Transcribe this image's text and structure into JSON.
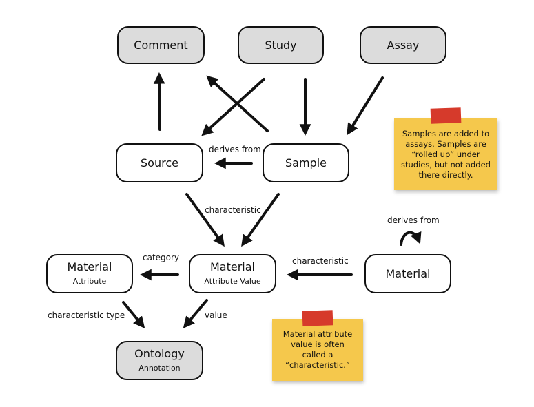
{
  "nodes": {
    "comment": {
      "title": "Comment"
    },
    "study": {
      "title": "Study"
    },
    "assay": {
      "title": "Assay"
    },
    "source": {
      "title": "Source"
    },
    "sample": {
      "title": "Sample"
    },
    "material_attribute": {
      "title": "Material",
      "subtitle": "Attribute"
    },
    "material_attribute_value": {
      "title": "Material",
      "subtitle": "Attribute Value"
    },
    "material": {
      "title": "Material"
    },
    "ontology_annotation": {
      "title": "Ontology",
      "subtitle": "Annotation"
    }
  },
  "edge_labels": {
    "derives_from_sample": "derives from",
    "derives_from_material": "derives from",
    "characteristic_sample": "characteristic",
    "characteristic_material": "characteristic",
    "category": "category",
    "characteristic_type": "characteristic type",
    "value": "value"
  },
  "notes": {
    "samples": "Samples are added to assays. Samples are “rolled up” under studies, but not added there directly.",
    "material_attribute": "Material attribute value is often called a “characteristic.”"
  },
  "colors": {
    "grey_node": "#dcdcdc",
    "note_yellow": "#f5c84c",
    "tape_red": "#d63a2b",
    "stroke": "#111111"
  }
}
